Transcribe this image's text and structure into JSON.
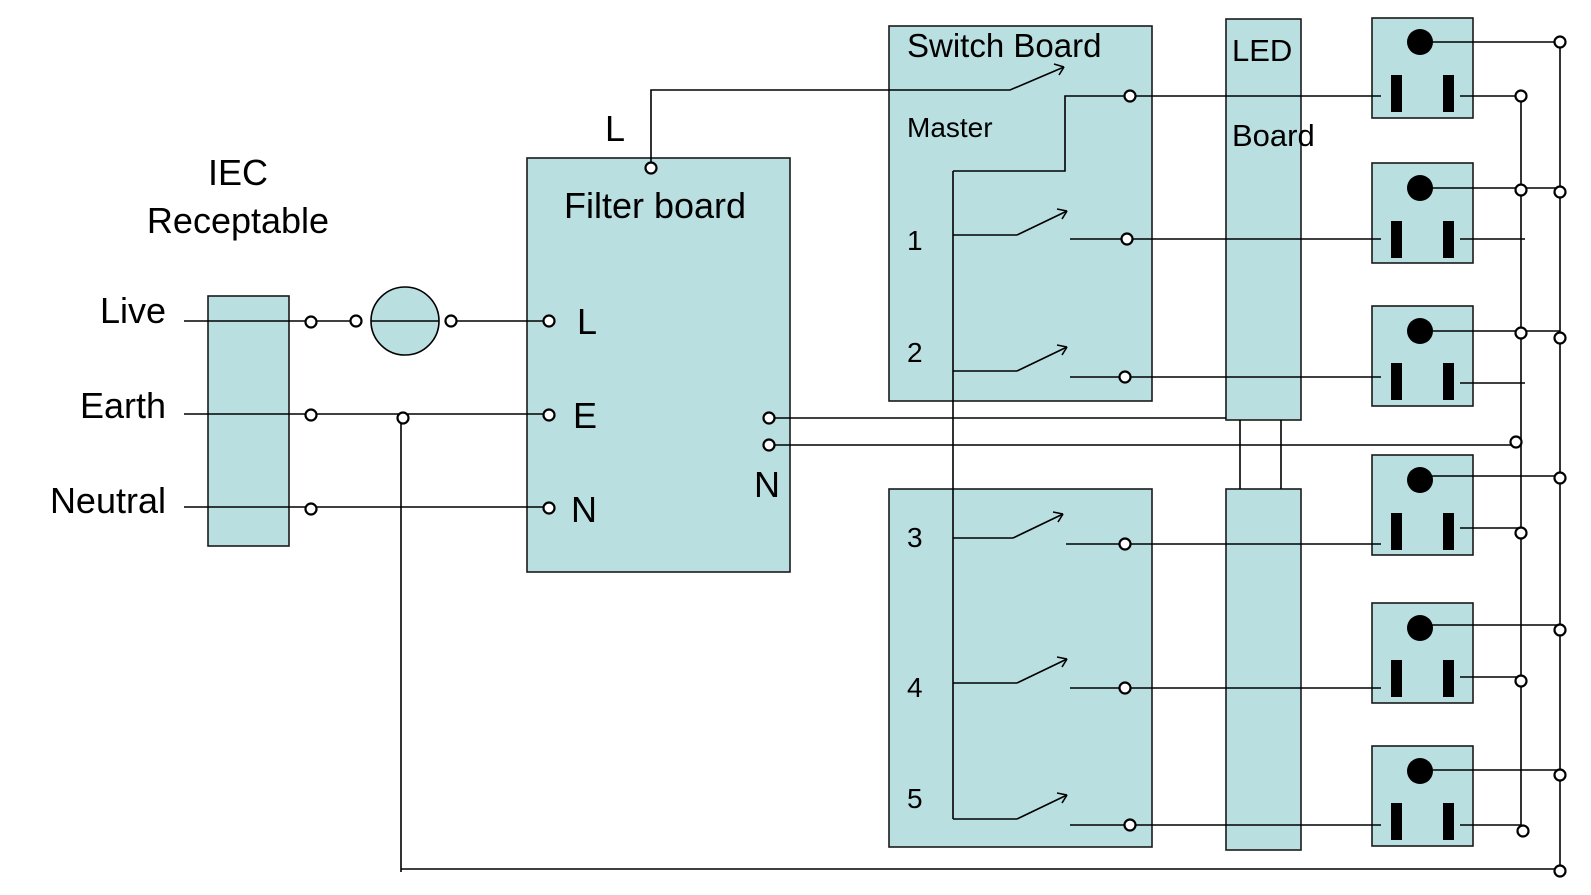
{
  "iec": {
    "title_line1": "IEC",
    "title_line2": "Receptable",
    "live": "Live",
    "earth": "Earth",
    "neutral": "Neutral"
  },
  "filter": {
    "title": "Filter board",
    "top_l": "L",
    "in_l": "L",
    "in_e": "E",
    "in_n": "N",
    "out_n": "N"
  },
  "switch_board": {
    "title": "Switch Board",
    "master": "Master",
    "sw1": "1",
    "sw2": "2",
    "sw3": "3",
    "sw4": "4",
    "sw5": "5"
  },
  "led_board": {
    "line1": "LED",
    "line2": "Board"
  },
  "colors": {
    "box_fill": "#b9dfe1",
    "line": "#000000"
  },
  "icons": {
    "terminal": "terminal-icon",
    "fuse": "fuse-circle-icon",
    "outlet": "outlet-icon",
    "switch": "switch-icon"
  }
}
